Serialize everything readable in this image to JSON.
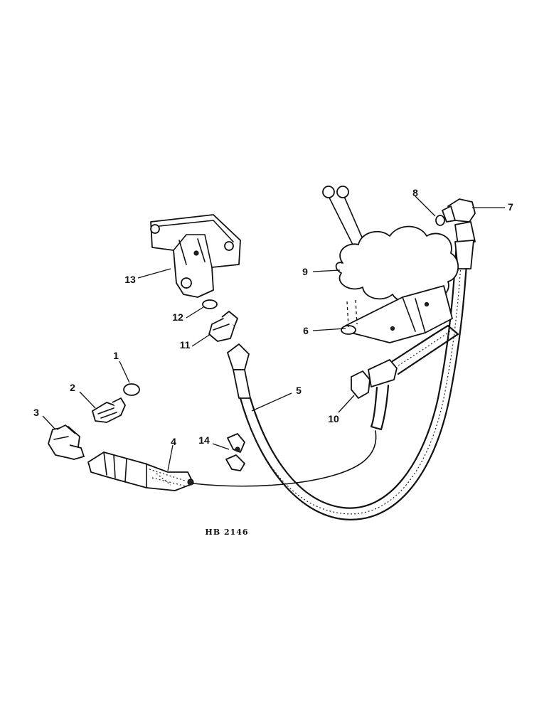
{
  "figure_code": "HB 2146",
  "callouts": {
    "c1": "1",
    "c2": "2",
    "c3": "3",
    "c4": "4",
    "c5": "5",
    "c6": "6",
    "c7": "7",
    "c8": "8",
    "c9": "9",
    "c10": "10",
    "c11": "11",
    "c12": "12",
    "c13": "13",
    "c14": "14"
  }
}
